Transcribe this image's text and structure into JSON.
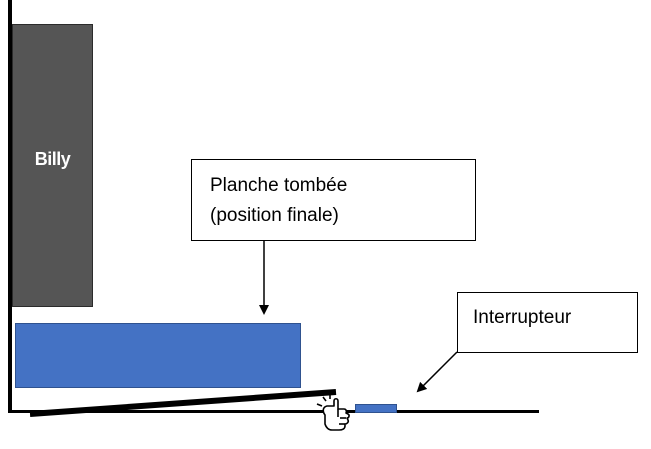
{
  "bookcase": {
    "label": "Billy"
  },
  "callouts": {
    "plank": {
      "line1": "Planche tombée",
      "line2": "(position finale)"
    },
    "switch": {
      "label": "Interrupteur"
    }
  },
  "icons": {
    "hand": "hand-pointing-icon",
    "arrow": "arrow-down"
  },
  "colors": {
    "bookcase": "#555555",
    "plank": "#4472c4",
    "switch": "#4472c4",
    "lines": "#000000"
  }
}
